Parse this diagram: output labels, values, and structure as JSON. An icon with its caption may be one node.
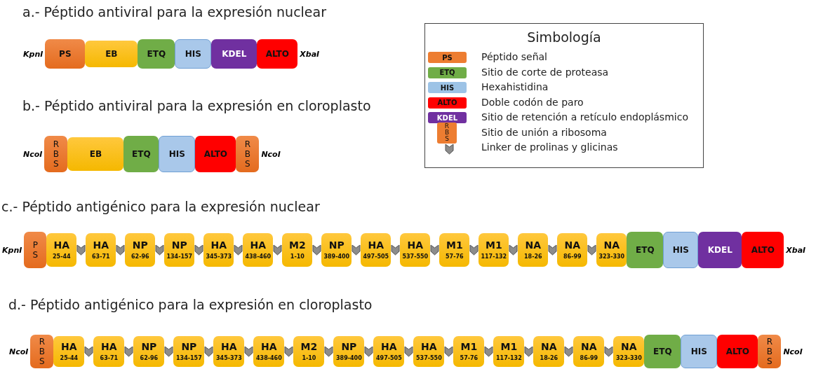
{
  "diagram": {
    "nodes": [
      {
        "text": [
          "PS"
        ]
      },
      {
        "text": [
          "EB"
        ]
      },
      {
        "text": [
          "ETQ"
        ]
      },
      {
        "text": [
          "HIS"
        ]
      },
      {
        "text": [
          "KDEL"
        ]
      },
      {
        "text": [
          "ALTO"
        ]
      },
      {
        "text": [
          "Simbología"
        ]
      },
      {
        "text": [
          "PS"
        ],
        "in": 6
      },
      {
        "text": [
          "ETQ"
        ],
        "in": 6
      },
      {
        "text": [
          "HIS"
        ],
        "in": 6
      },
      {
        "text": [
          "ALTO"
        ],
        "in": 6
      },
      {
        "text": [
          "KDEL"
        ],
        "in": 6
      },
      {
        "text": [
          "R B S"
        ],
        "in": 6
      },
      {
        "text": [],
        "shape": "chevron",
        "in": 6
      },
      {
        "text": [
          "R B S"
        ]
      },
      {
        "text": [
          "EB"
        ]
      },
      {
        "text": [
          "ETQ"
        ]
      },
      {
        "text": [
          "HIS"
        ]
      },
      {
        "text": [
          "ALTO"
        ]
      },
      {
        "text": [
          "R B S"
        ]
      },
      {
        "text": [
          "P S"
        ]
      },
      {
        "text": [
          "HA",
          "25-44"
        ]
      },
      {
        "text": [],
        "shape": "chevron"
      },
      {
        "text": [
          "HA",
          "63-71"
        ]
      },
      {
        "text": [],
        "shape": "chevron"
      },
      {
        "text": [
          "NP",
          "62-96"
        ]
      },
      {
        "text": [],
        "shape": "chevron"
      },
      {
        "text": [
          "NP",
          "134-157"
        ]
      },
      {
        "text": [],
        "shape": "chevron"
      },
      {
        "text": [
          "HA",
          "345-373"
        ]
      },
      {
        "text": [],
        "shape": "chevron"
      },
      {
        "text": [
          "HA",
          "438-460"
        ]
      },
      {
        "text": [],
        "shape": "chevron"
      },
      {
        "text": [
          "M2",
          "1-10"
        ]
      },
      {
        "text": [],
        "shape": "chevron"
      },
      {
        "text": [
          "NP",
          "389-400"
        ]
      },
      {
        "text": [],
        "shape": "chevron"
      },
      {
        "text": [
          "HA",
          "497-505"
        ]
      },
      {
        "text": [],
        "shape": "chevron"
      },
      {
        "text": [
          "HA",
          "537-550"
        ]
      },
      {
        "text": [],
        "shape": "chevron"
      },
      {
        "text": [
          "M1",
          "57-76"
        ]
      },
      {
        "text": [],
        "shape": "chevron"
      },
      {
        "text": [
          "M1",
          "117-132"
        ]
      },
      {
        "text": [],
        "shape": "chevron"
      },
      {
        "text": [
          "NA",
          "18-26"
        ]
      },
      {
        "text": [],
        "shape": "chevron"
      },
      {
        "text": [
          "NA",
          "86-99"
        ]
      },
      {
        "text": [],
        "shape": "chevron"
      },
      {
        "text": [
          "NA",
          "323-330"
        ]
      },
      {
        "text": [
          "ETQ"
        ]
      },
      {
        "text": [
          "HIS"
        ]
      },
      {
        "text": [
          "KDEL"
        ]
      },
      {
        "text": [
          "ALTO"
        ]
      },
      {
        "text": [
          "R B S"
        ]
      },
      {
        "text": [
          "HA",
          "25-44"
        ]
      },
      {
        "text": [],
        "shape": "chevron"
      },
      {
        "text": [
          "HA",
          "63-71"
        ]
      },
      {
        "text": [],
        "shape": "chevron"
      },
      {
        "text": [
          "NP",
          "62-96"
        ]
      },
      {
        "text": [],
        "shape": "chevron"
      },
      {
        "text": [
          "NP",
          "134-157"
        ]
      },
      {
        "text": [],
        "shape": "chevron"
      },
      {
        "text": [
          "HA",
          "345-373"
        ]
      },
      {
        "text": [],
        "shape": "chevron"
      },
      {
        "text": [
          "HA",
          "438-460"
        ]
      },
      {
        "text": [],
        "shape": "chevron"
      },
      {
        "text": [
          "M2",
          "1-10"
        ]
      },
      {
        "text": [],
        "shape": "chevron"
      },
      {
        "text": [
          "NP",
          "389-400"
        ]
      },
      {
        "text": [],
        "shape": "chevron"
      },
      {
        "text": [
          "HA",
          "497-505"
        ]
      },
      {
        "text": [],
        "shape": "chevron"
      },
      {
        "text": [
          "HA",
          "537-550"
        ]
      },
      {
        "text": [],
        "shape": "chevron"
      },
      {
        "text": [
          "M1",
          "57-76"
        ]
      },
      {
        "text": [],
        "shape": "chevron"
      },
      {
        "text": [
          "M1",
          "117-132"
        ]
      },
      {
        "text": [],
        "shape": "chevron"
      },
      {
        "text": [
          "NA",
          "18-26"
        ]
      },
      {
        "text": [],
        "shape": "chevron"
      },
      {
        "text": [
          "NA",
          "86-99"
        ]
      },
      {
        "text": [],
        "shape": "chevron"
      },
      {
        "text": [
          "NA",
          "323-330"
        ]
      },
      {
        "text": [
          "ETQ"
        ]
      },
      {
        "text": [
          "HIS"
        ]
      },
      {
        "text": [
          "ALTO"
        ]
      },
      {
        "text": [
          "R B S"
        ]
      }
    ],
    "labels": [
      "a.- Péptido antiviral para la expresión nuclear",
      "KpnI",
      "XbaI",
      "b.- Péptido antiviral para la expresión en cloroplasto",
      "NcoI",
      "NcoI",
      "c.- Péptido antigénico para la expresión nuclear",
      "KpnI",
      "XbaI",
      "d.- Péptido antigénico para la expresión en cloroplasto",
      "NcoI",
      "NcoI"
    ],
    "legend": [
      {
        "text": "Péptido señal",
        "color": "#ed7d31"
      },
      {
        "text": "Sitio de corte de proteasa",
        "color": "#70ad47"
      },
      {
        "text": "Hexahistidina",
        "color": "#9dc3e6"
      },
      {
        "text": "Doble codón de paro",
        "color": "#ff0000"
      },
      {
        "text": "Sitio de retención a retículo endoplásmico",
        "color": "#7030a0"
      },
      {
        "text": "Sitio de unión a ribosoma",
        "color": "#ed7d31"
      },
      {
        "text": "Linker de prolinas y glicinas"
      }
    ]
  }
}
